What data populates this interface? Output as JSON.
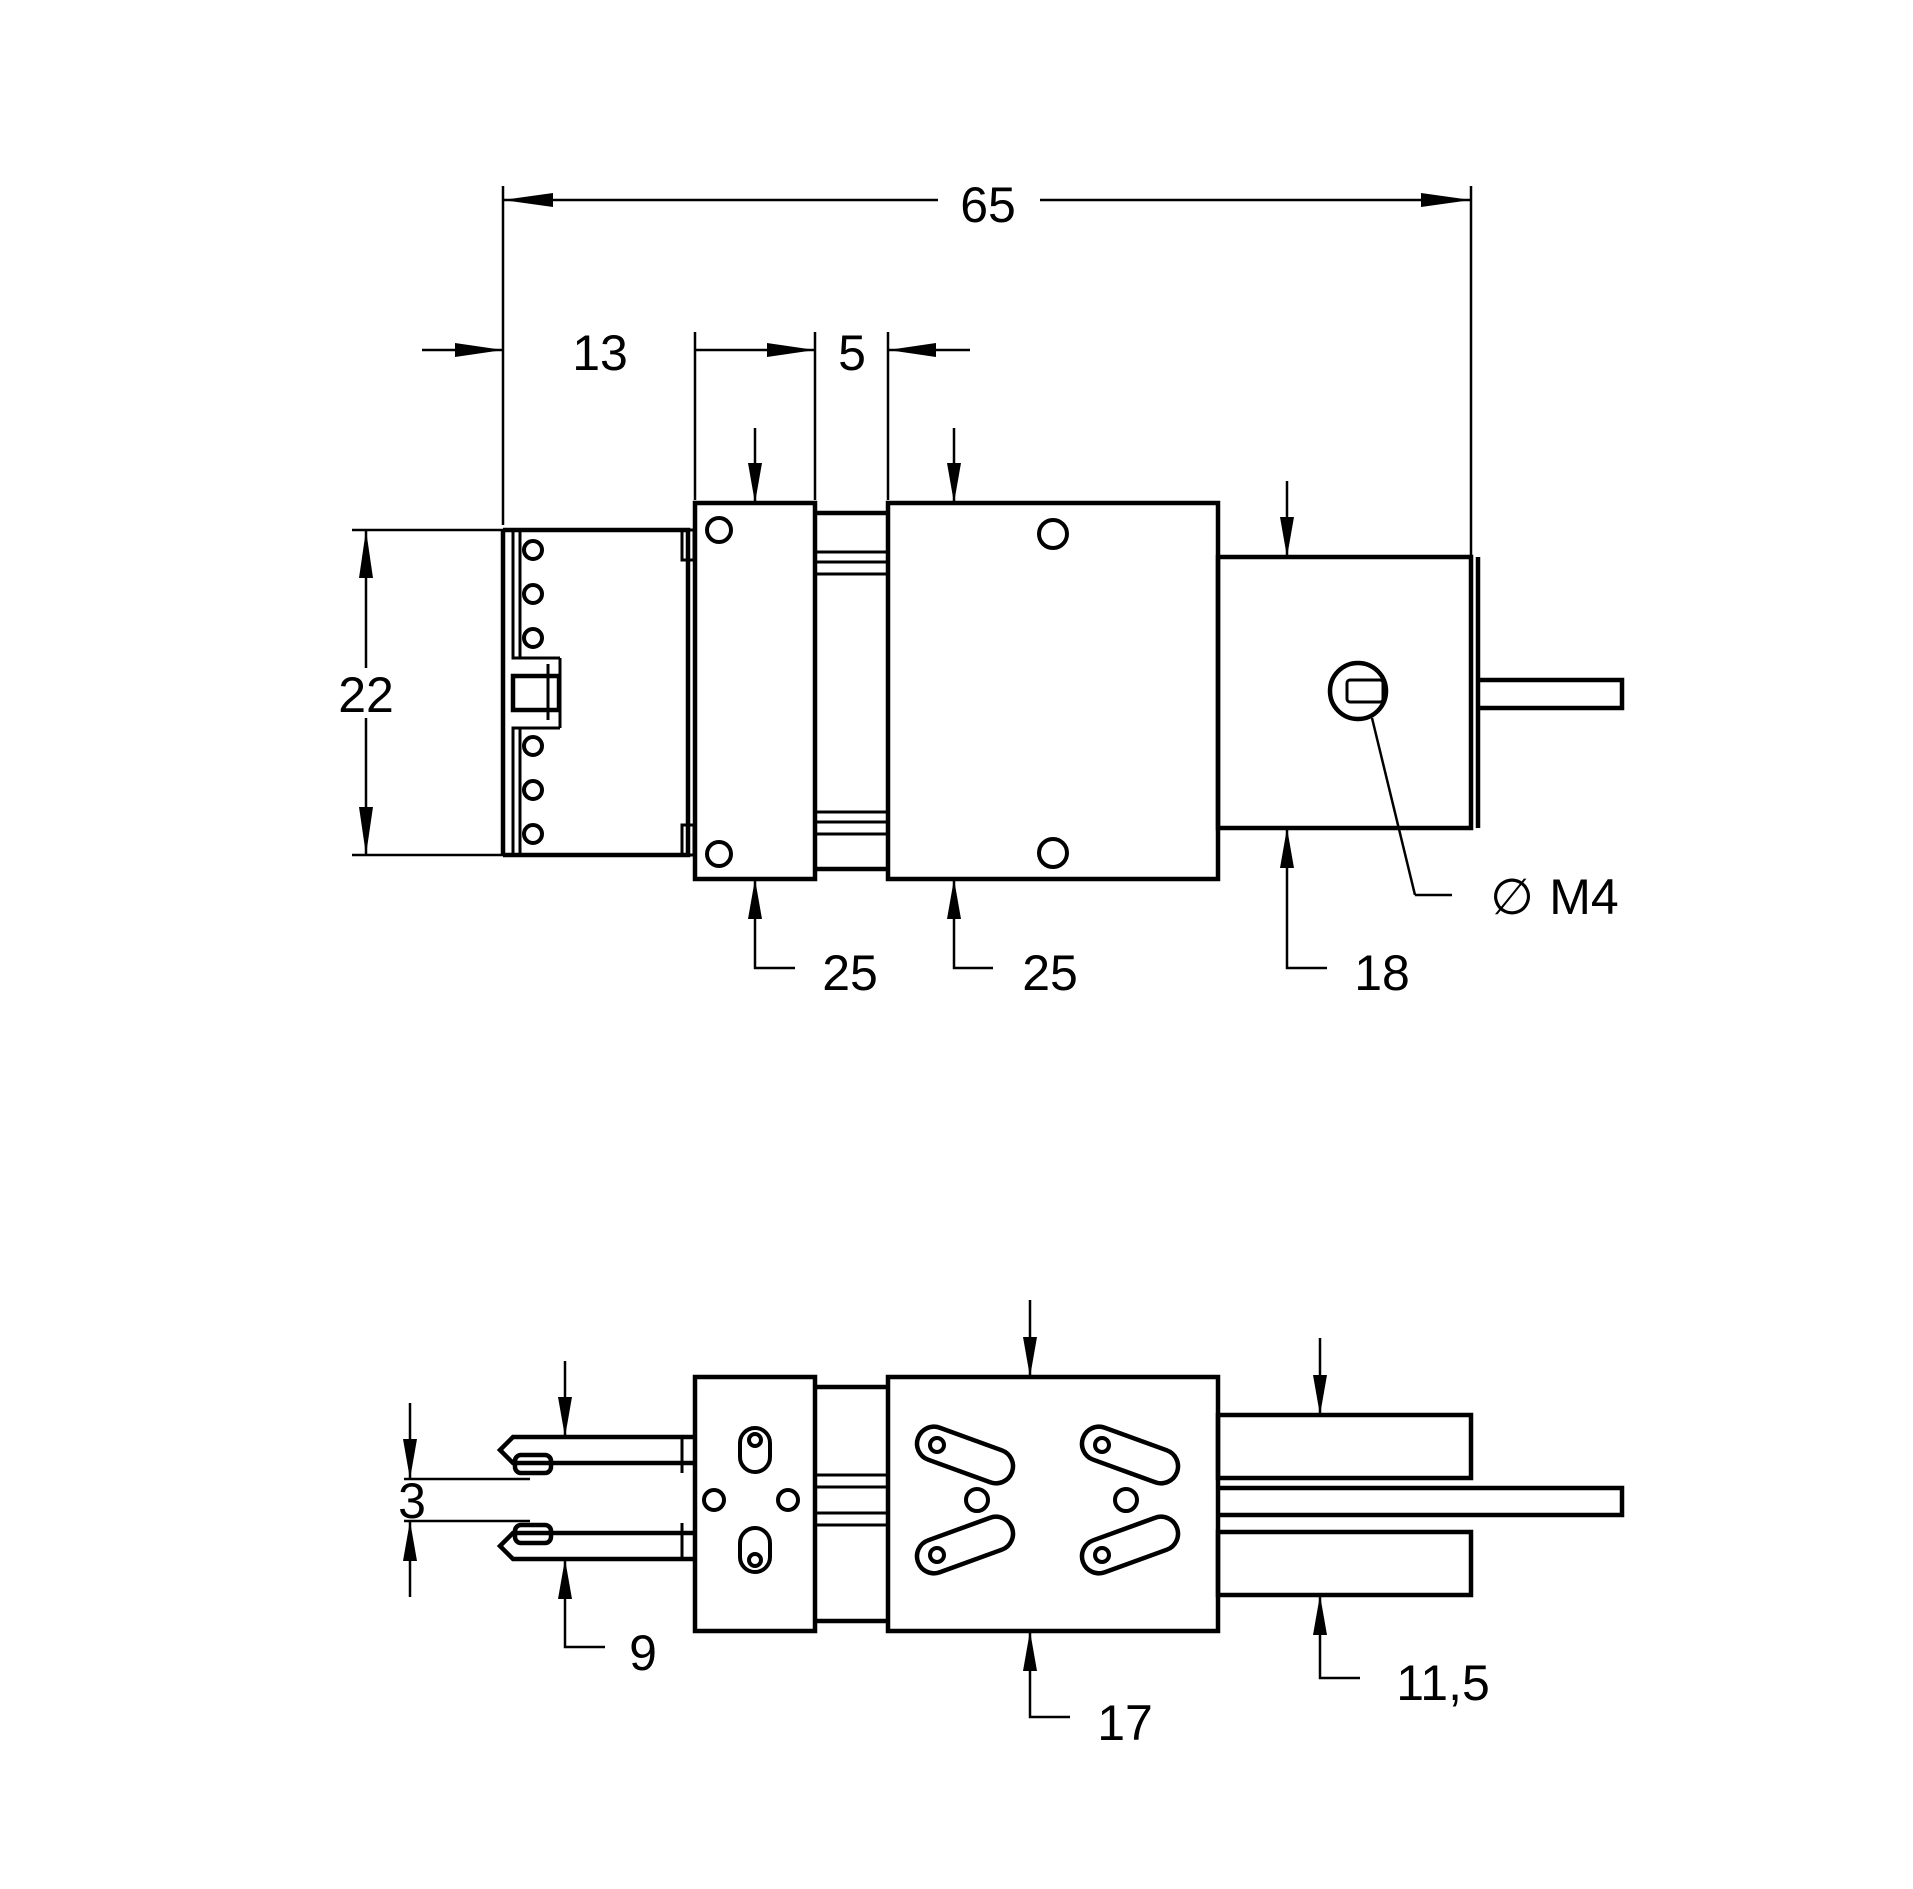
{
  "top_view": {
    "dim_overall": "65",
    "dim_gripper": "13",
    "dim_spacer": "5",
    "dim_height": "22",
    "dim_module_a": "25",
    "dim_module_b": "25",
    "dim_motor": "18",
    "thread_label": "M4",
    "diameter_symbol": "∅"
  },
  "bottom_view": {
    "dim_jaw_gap": "3",
    "dim_jaw": "9",
    "dim_center": "17",
    "dim_motor": "11,5"
  }
}
